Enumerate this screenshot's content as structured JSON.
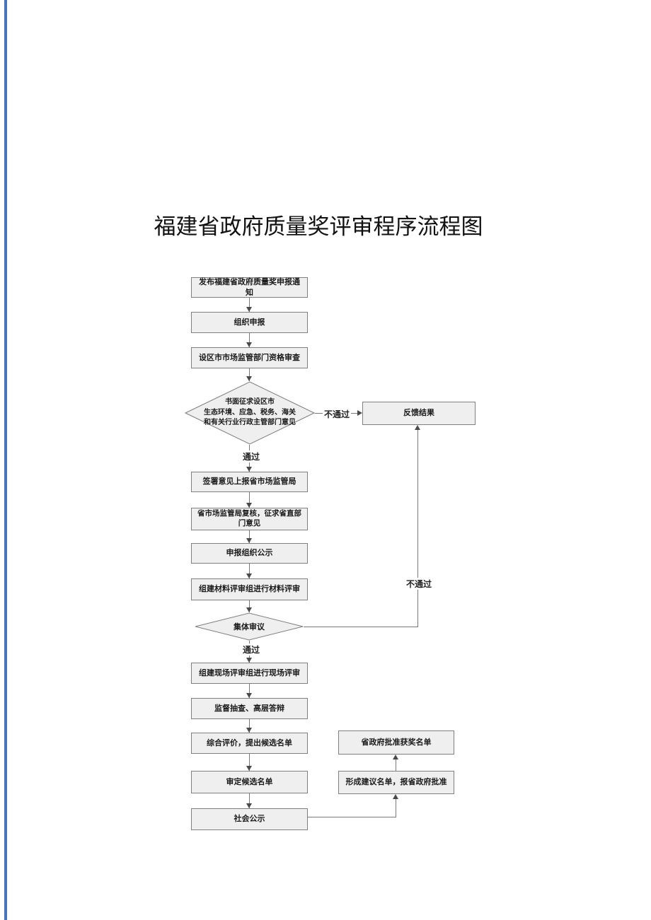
{
  "page": {
    "title": "福建省政府质量奖评审程序流程图"
  },
  "theme": {
    "accent": "#4472c4",
    "box-fill": "#efefef",
    "box-border": "#7f7f7f",
    "line": "#787878",
    "arrow": "#4a4a4a",
    "text": "#1a1a1a",
    "page-bg": "#ffffff"
  },
  "flowchart": {
    "labels": {
      "pass": "通过",
      "fail": "不通过"
    },
    "steps": [
      {
        "id": "publish-notice",
        "label": "发布福建省政府质量奖申报通知"
      },
      {
        "id": "organize-apply",
        "label": "组织申报"
      },
      {
        "id": "qualification-review",
        "label": "设区市市场监管部门资格审查"
      },
      {
        "id": "sign-submit",
        "label": "签署意见上报省市场监管局"
      },
      {
        "id": "provincial-recheck",
        "label": "省市场监管局复核，征求省直部门意见"
      },
      {
        "id": "application-publicity",
        "label": "申报组织公示"
      },
      {
        "id": "material-review",
        "label": "组建材料评审组进行材料评审"
      },
      {
        "id": "onsite-review",
        "label": "组建现场评审组进行现场评审"
      },
      {
        "id": "supervision-defense",
        "label": "监督抽查、高层答辩"
      },
      {
        "id": "comprehensive-evaluation",
        "label": "综合评价，提出候选名单"
      },
      {
        "id": "approve-candidates",
        "label": "审定候选名单"
      },
      {
        "id": "public-announcement",
        "label": "社会公示"
      }
    ],
    "decision1": {
      "lines": [
        "书面征求设区市",
        "生态环境、应急、税务、海关",
        "和有关行业行政主管部门意见"
      ]
    },
    "decision2": {
      "label": "集体审议"
    },
    "side_boxes": {
      "feedback": {
        "label": "反馈结果"
      },
      "gov_approval": {
        "label": "省政府批准获奖名单"
      },
      "recommendation": {
        "label": "形成建议名单，报省政府批准"
      }
    }
  }
}
